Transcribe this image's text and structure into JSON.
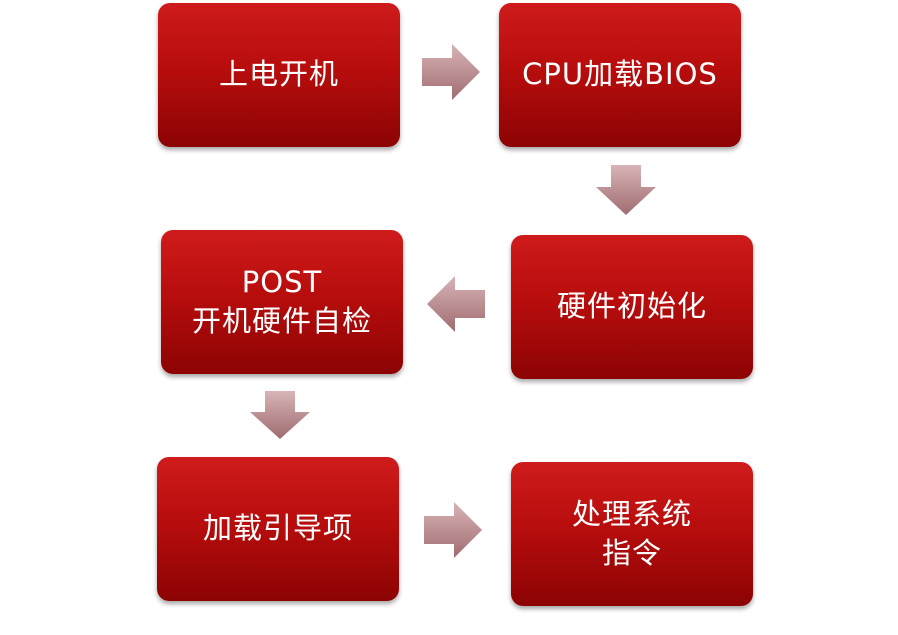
{
  "steps": {
    "power_on": "上电开机",
    "cpu_load_bios": "CPU加载BIOS",
    "hw_init": "硬件初始化",
    "post_line1": "POST",
    "post_line2": "开机硬件自检",
    "load_boot": "加载引导项",
    "handle_line1": "处理系统",
    "handle_line2": "指令"
  },
  "colors": {
    "box_top": "#cf1b1b",
    "box_bottom": "#8c0303",
    "arrow": "#b98a8d",
    "text": "#ffffff"
  }
}
